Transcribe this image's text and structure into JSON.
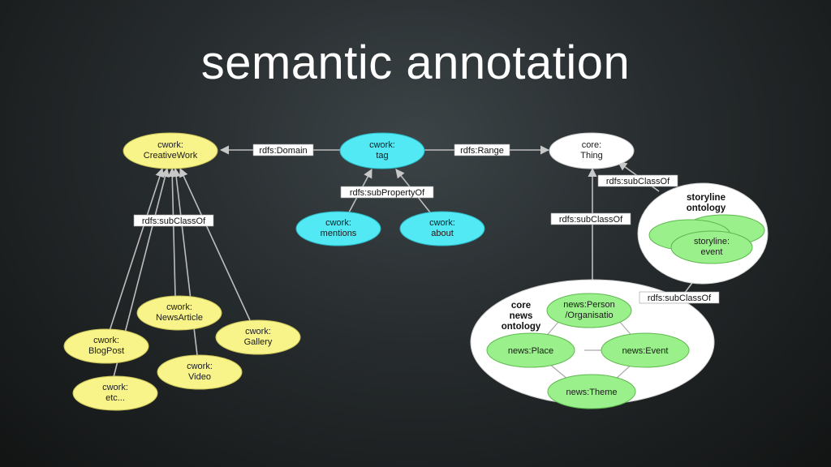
{
  "title": "semantic annotation",
  "colors": {
    "yellow": "#f8f48a",
    "cyan": "#52e8f4",
    "green": "#9af08a",
    "white": "#ffffff",
    "edge": "#bdbdbd"
  },
  "nodes": {
    "creative_work": [
      "cwork:",
      "CreativeWork"
    ],
    "tag": [
      "cwork:",
      "tag"
    ],
    "thing": [
      "core:",
      "Thing"
    ],
    "mentions": [
      "cwork:",
      "mentions"
    ],
    "about": [
      "cwork:",
      "about"
    ],
    "news_article": [
      "cwork:",
      "NewsArticle"
    ],
    "gallery": [
      "cwork:",
      "Gallery"
    ],
    "blog_post": [
      "cwork:",
      "BlogPost"
    ],
    "video": [
      "cwork:",
      "Video"
    ],
    "etc": [
      "cwork:",
      "etc..."
    ],
    "person_org": [
      "news:Person",
      "/Organisatio"
    ],
    "place": [
      "news:Place"
    ],
    "event_news": [
      "news:Event"
    ],
    "theme": [
      "news:Theme"
    ],
    "storyline_event": [
      "storyline:",
      "event"
    ]
  },
  "labels": {
    "domain": "rdfs:Domain",
    "range": "rdfs:Range",
    "sub_property": "rdfs:subPropertyOf",
    "subclass_creative": "rdfs:subClassOf",
    "subclass_thing_core": "rdfs:subClassOf",
    "subclass_thing_storyline": "rdfs:subClassOf",
    "subclass_event": "rdfs:subClassOf"
  },
  "groups": {
    "core_news": [
      "core",
      "news",
      "ontology"
    ],
    "storyline": [
      "storyline",
      "ontology"
    ]
  }
}
